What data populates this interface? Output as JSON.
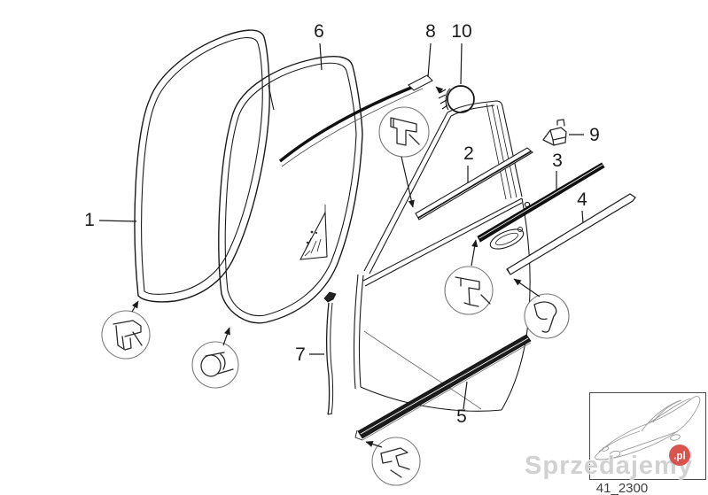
{
  "diagram": {
    "code_caption": "41_2300",
    "callouts": [
      {
        "label": "1"
      },
      {
        "label": "2"
      },
      {
        "label": "3"
      },
      {
        "label": "4"
      },
      {
        "label": "5"
      },
      {
        "label": "6"
      },
      {
        "label": "7"
      },
      {
        "label": "8"
      },
      {
        "label": "9"
      },
      {
        "label": "10"
      }
    ]
  },
  "watermark": {
    "text": "Sprzedajemy",
    "badge_text": ".pl",
    "text_color": "#c7c7c7",
    "badge_color": "#d9534f",
    "badge_text_color": "#ffffff"
  },
  "colors": {
    "background": "#ffffff",
    "line": "#1b1b1b",
    "detail_circle": "#7a7a7a"
  }
}
